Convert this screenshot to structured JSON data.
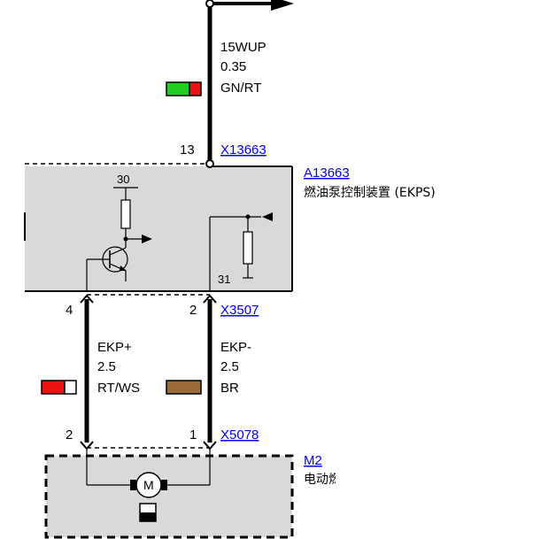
{
  "top_wire": {
    "name": "15WUP",
    "size": "0.35",
    "color": "GN/RT",
    "pin": "13"
  },
  "connector_top": "X13663",
  "module": {
    "id": "A13663",
    "name": "燃油泵控制装置 (EKPS)",
    "pin_power": "30",
    "pin_ground": "31"
  },
  "wire_left": {
    "name": "EKP+",
    "size": "2.5",
    "color": "RT/WS",
    "pin_upper": "4",
    "pin_lower": "2"
  },
  "wire_right": {
    "name": "EKP-",
    "size": "2.5",
    "color": "BR",
    "pin_upper": "2",
    "pin_lower": "1"
  },
  "connector_mid": "X3507",
  "connector_low": "X5078",
  "pump": {
    "id": "M2",
    "name": "电动燃油泵",
    "motor_symbol": "M"
  },
  "colors": {
    "green": "#22cc22",
    "red": "#ee1111",
    "brown": "#9b6a3a",
    "white": "#ffffff",
    "module_fill": "#d9d9d9"
  }
}
